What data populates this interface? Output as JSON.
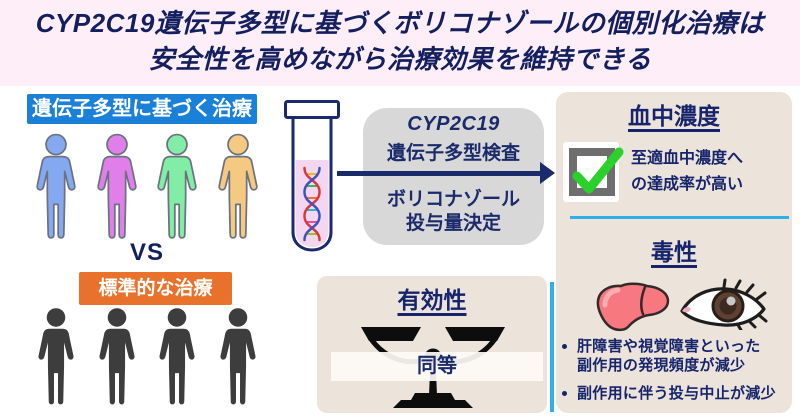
{
  "title": {
    "line1": "CYP2C19遺伝子多型に基づくボリコナゾールの個別化治療は",
    "line2": "安全性を高めながら治療効果を維持できる"
  },
  "comparison": {
    "personalized_label": "遺伝子多型に基づく治療",
    "vs_label": "VS",
    "standard_label": "標準的な治療",
    "variant_colors": [
      "#85a9f1",
      "#e07eea",
      "#82eda5",
      "#f6c981"
    ],
    "standard_color": "#3d3d3d"
  },
  "process": {
    "test_line1": "CYP2C19",
    "test_line2": "遺伝子多型検査",
    "decision_line1": "ボリコナゾール",
    "decision_line2": "投与量決定"
  },
  "outcomes": {
    "blood": {
      "heading": "血中濃度",
      "line1": "至適血中濃度へ",
      "line2": "の達成率が高い"
    },
    "efficacy": {
      "heading": "有効性",
      "result": "同等"
    },
    "toxicity": {
      "heading": "毒性",
      "bullets": [
        [
          "肝障害や視覚障害といった",
          "副作用の発現頻度が減少"
        ],
        [
          "副作用に伴う投与中止が減少"
        ]
      ]
    }
  },
  "colors": {
    "background_pink": "#fdeef7",
    "navy_text": "#16246b",
    "personalized_header_blue": "#1a80d8",
    "standard_header_orange": "#e8712b",
    "panel_beige": "#ece3da",
    "process_gray": "#d8d8d8",
    "divider_lightblue": "#2fb0e8",
    "check_green": "#2bd12b",
    "liver_pink": "#f7787e"
  },
  "icons": {
    "tube": "dna-test-tube-icon",
    "arrow": "flow-arrow",
    "checkbox": "checked-checkbox-icon",
    "liver": "liver-icon",
    "eye": "eye-icon",
    "scale": "balance-scale-icon",
    "person": "person-pictogram"
  }
}
